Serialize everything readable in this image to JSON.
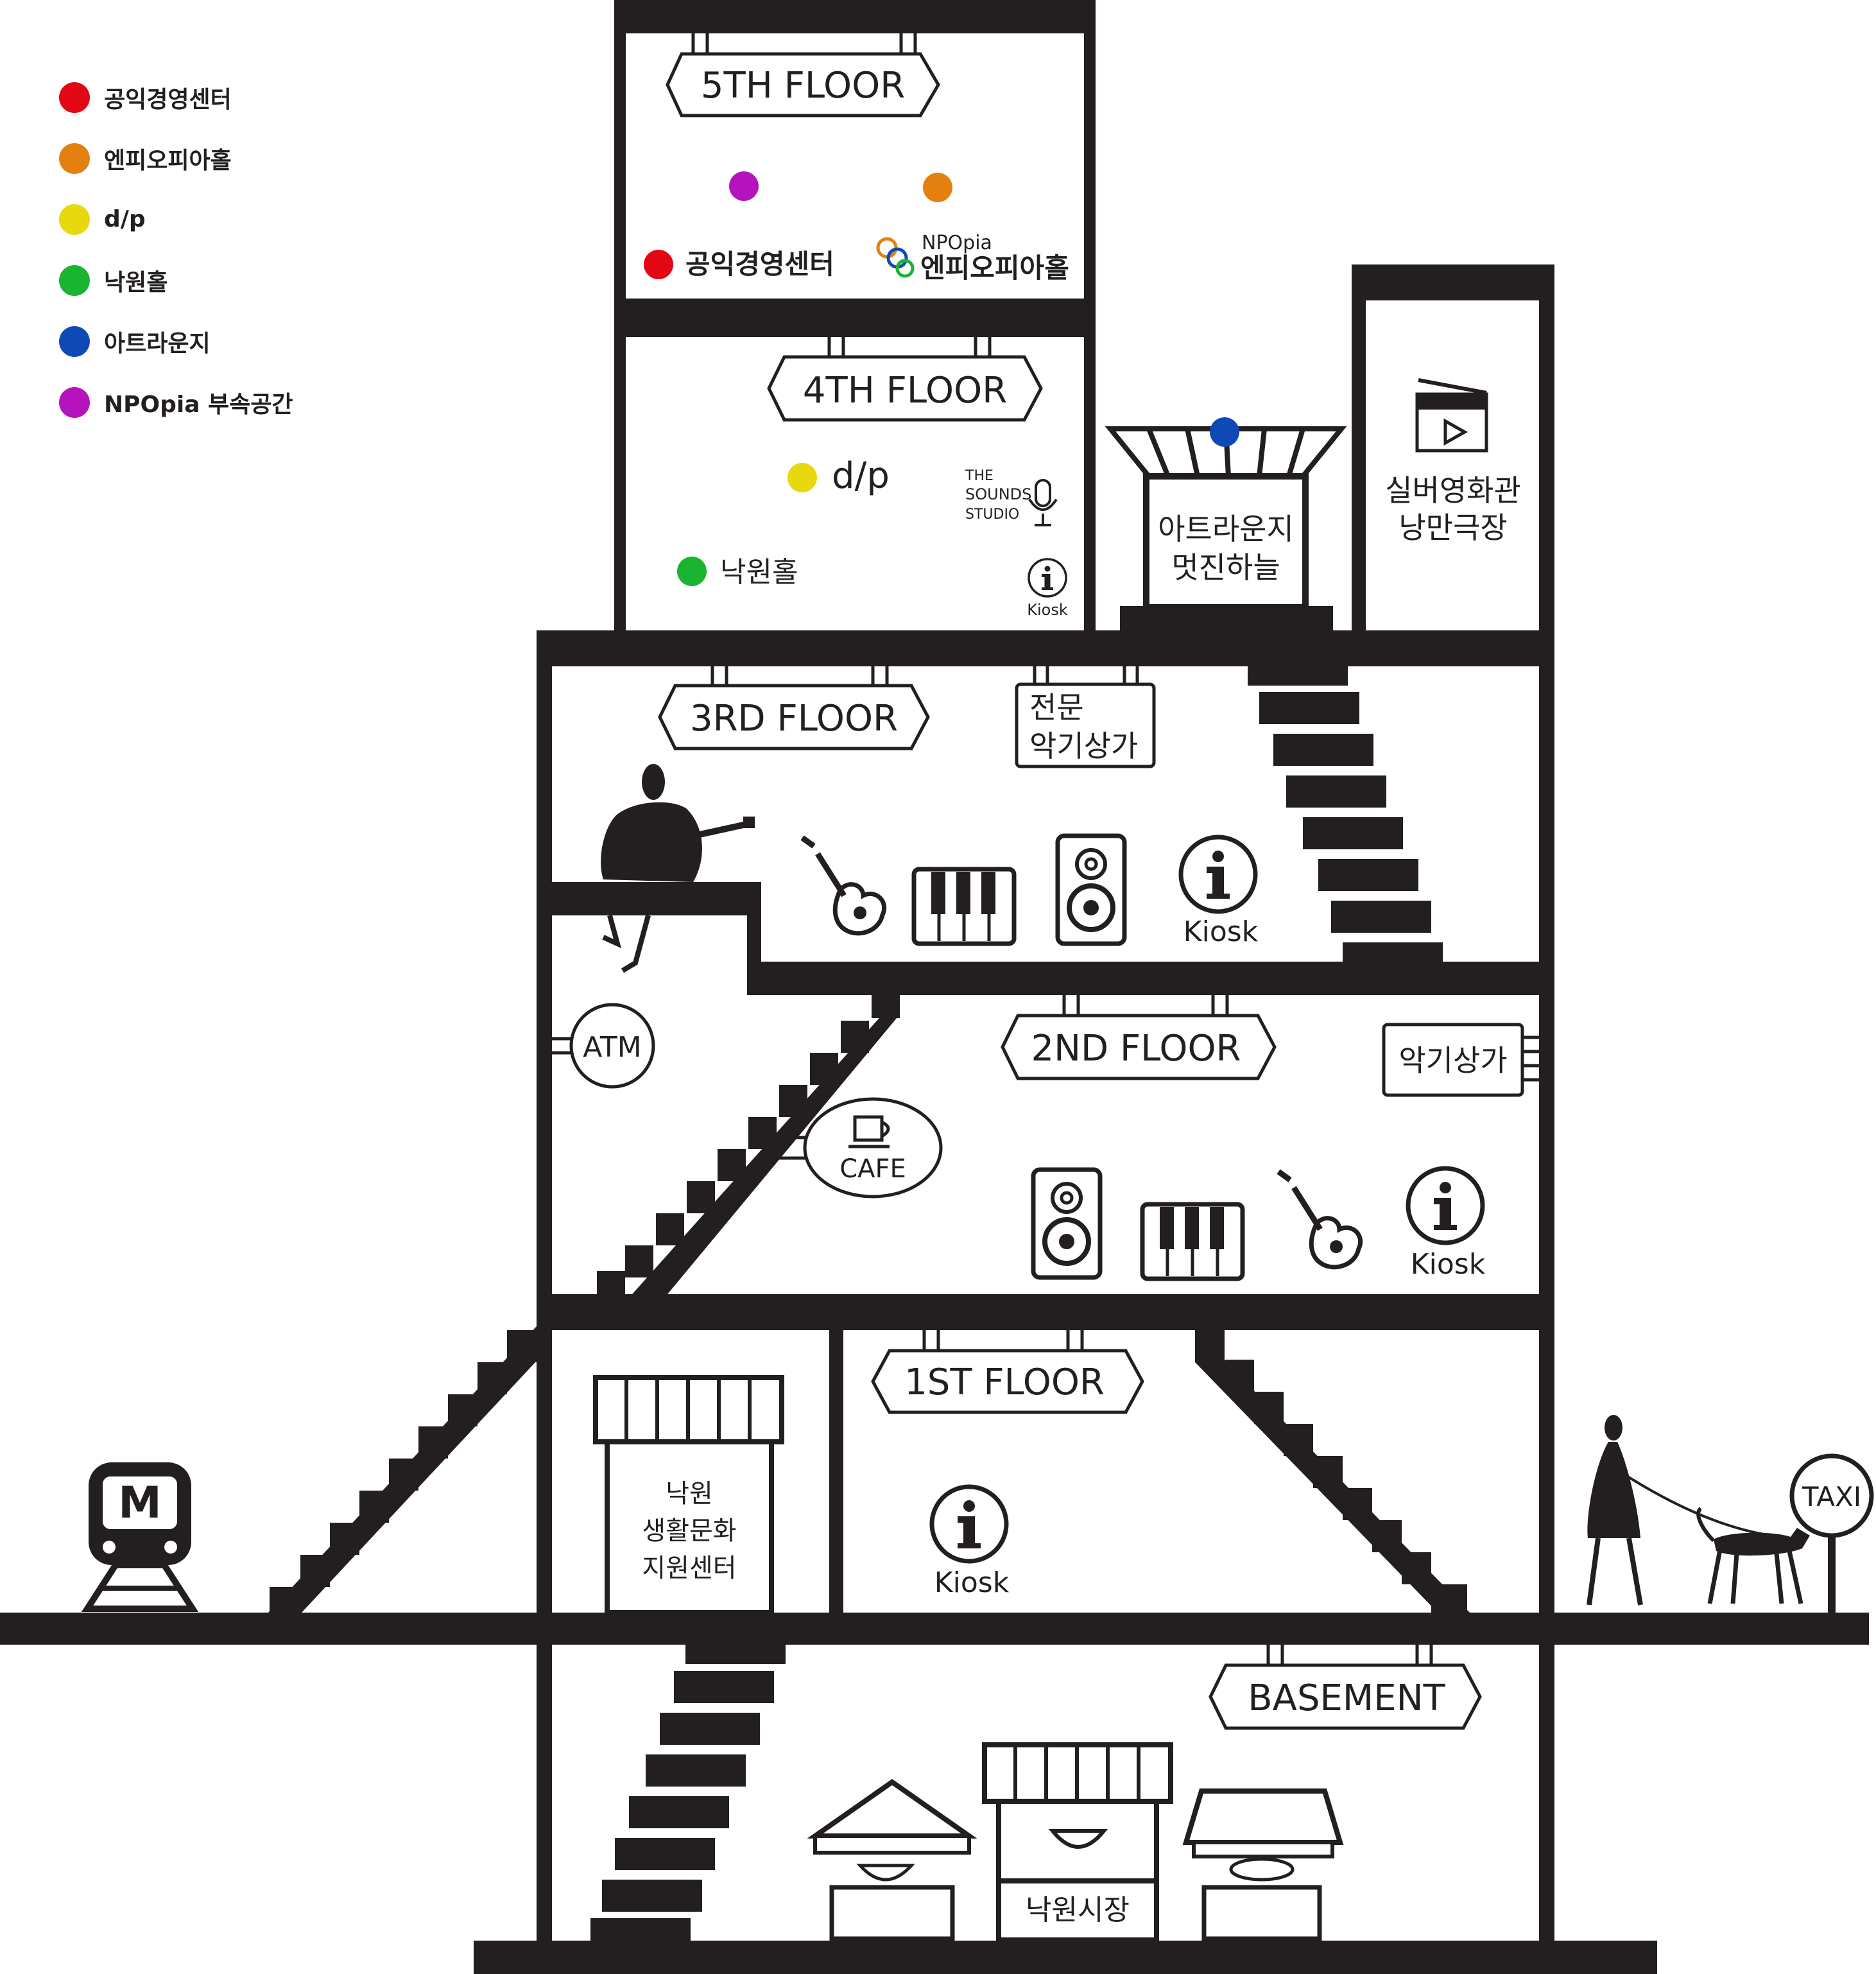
{
  "legend": [
    {
      "label": "공익경영센터",
      "color": "#e30613"
    },
    {
      "label": "엔피오피아홀",
      "color": "#e4800f"
    },
    {
      "label": "d/p",
      "color": "#e8d80f"
    },
    {
      "label": "낙원홀",
      "color": "#19b531"
    },
    {
      "label": "아트라운지",
      "color": "#0f49b6"
    },
    {
      "label": "NPOpia 부속공간",
      "color": "#b513bd"
    }
  ],
  "floors": {
    "f5": "5TH FLOOR",
    "f4": "4TH FLOOR",
    "f3": "3RD FLOOR",
    "f2": "2ND FLOOR",
    "f1": "1ST FLOOR",
    "basement": "BASEMENT"
  },
  "fifth": {
    "center": "공익경영센터",
    "npopia_logo": "NPOpia",
    "hall": "엔피오피아홀"
  },
  "fourth": {
    "dp": "d/p",
    "nakwon_hall": "낙원홀",
    "sounds_studio": [
      "THE",
      "SOUNDS",
      "STUDIO"
    ],
    "kiosk": "Kiosk"
  },
  "art_lounge": [
    "아트라운지",
    "멋진하늘"
  ],
  "silver_cinema": [
    "실버영화관",
    "낭만극장"
  ],
  "third": {
    "shop_sign": [
      "전문",
      "악기상가"
    ],
    "kiosk": "Kiosk"
  },
  "second": {
    "atm": "ATM",
    "cafe": "CAFE",
    "shop_sign": "악기상가",
    "kiosk": "Kiosk"
  },
  "first": {
    "support_center": [
      "낙원",
      "생활문화",
      "지원센터"
    ],
    "kiosk": "Kiosk"
  },
  "basement": {
    "market": "낙원시장"
  },
  "outside": {
    "metro": "M",
    "taxi": "TAXI"
  }
}
